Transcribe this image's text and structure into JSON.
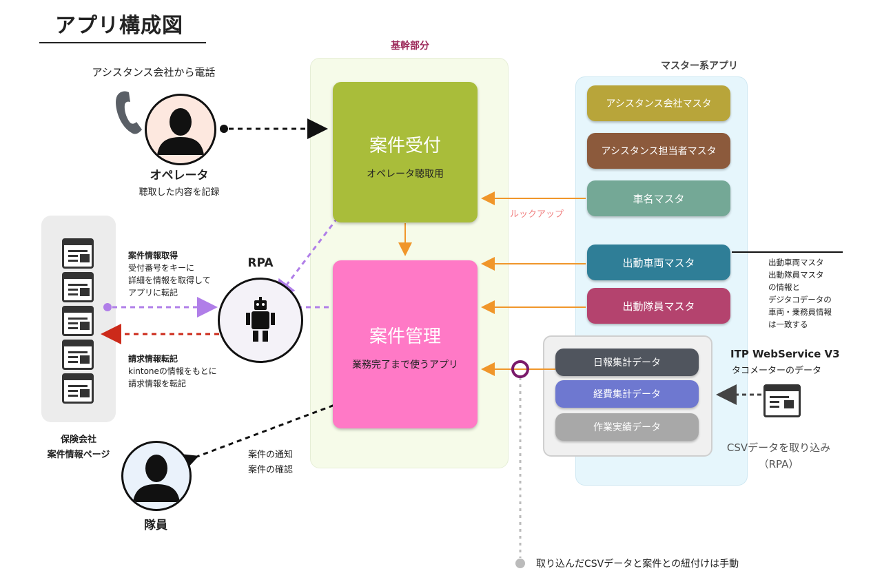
{
  "title": "アプリ構成図",
  "core_label": "基幹部分",
  "master_label": "マスター系アプリ",
  "operator": {
    "caption_top": "アシスタンス会社から電話",
    "name": "オペレータ",
    "desc": "聴取した内容を記録"
  },
  "case_reception": {
    "title": "案件受付",
    "subtitle": "オペレータ聴取用"
  },
  "case_management": {
    "title": "案件管理",
    "subtitle": "業務完了まで使うアプリ"
  },
  "lookup_label": "ルックアップ",
  "masters": [
    {
      "label": "アシスタンス会社マスタ",
      "color": "#b8a53a"
    },
    {
      "label": "アシスタンス担当者マスタ",
      "color": "#8c5a3c"
    },
    {
      "label": "車名マスタ",
      "color": "#74a896"
    },
    {
      "label": "出動車両マスタ",
      "color": "#2f7e97"
    },
    {
      "label": "出動隊員マスタ",
      "color": "#b4436e"
    }
  ],
  "vehicle_note": [
    "出動車両マスタ",
    "出動隊員マスタ",
    "の情報と",
    "デジタコデータの",
    "車両・乗務員情報",
    "は一致する"
  ],
  "rpa": {
    "label": "RPA"
  },
  "fetch_note": {
    "title": "案件情報取得",
    "lines": [
      "受付番号をキーに",
      "詳細を情報を取得して",
      "アプリに転記"
    ]
  },
  "billing_note": {
    "title": "請求情報転記",
    "lines": [
      "kintoneの情報をもとに",
      "請求情報を転記"
    ]
  },
  "insurer": {
    "line1": "保険会社",
    "line2": "案件情報ページ"
  },
  "member": {
    "name": "隊員",
    "note": [
      "案件の通知",
      "案件の確認"
    ]
  },
  "csv_items": [
    {
      "label": "日報集計データ",
      "color": "#50555e"
    },
    {
      "label": "経費集計データ",
      "color": "#6e78d0"
    },
    {
      "label": "作業実績データ",
      "color": "#a8a8a8"
    }
  ],
  "itp": {
    "title": "ITP WebService V3",
    "subtitle": "タコメーターのデータ"
  },
  "csv_import": {
    "line1": "CSVデータを取り込み",
    "line2": "（RPA）"
  },
  "bottom_note": "取り込んだCSVデータと案件との紐付けは手動",
  "colors": {
    "purple": "#b07ee8",
    "orange": "#f0962a",
    "red": "#cc2a1a",
    "lookup_text": "#f08080"
  },
  "icons": [
    "phone-icon",
    "person-icon",
    "robot-icon",
    "document-icon"
  ]
}
